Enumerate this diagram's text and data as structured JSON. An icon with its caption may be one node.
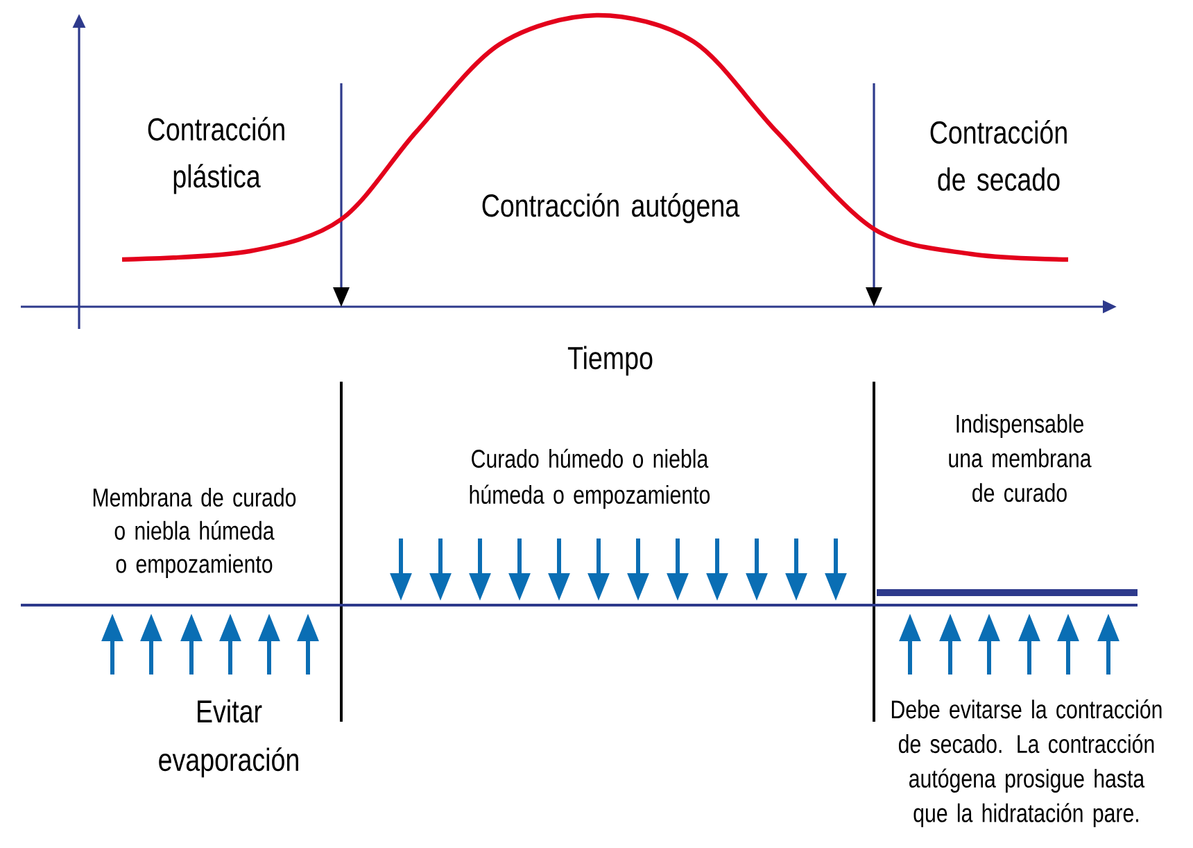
{
  "diagram": {
    "labels": [
      "Contracción plástica",
      "Contracción autógena",
      "Contracción de secado",
      "Tiempo",
      "Indispensable una membrana de curado",
      "Curado húmedo o niebla húmeda o empozamiento",
      "Membrana de curado o niebla húmeda o empozamiento",
      "Evitar evaporación",
      "Debe evitarse la contracción de secado. La contracción autógena prosigue hasta que la hidratación pare."
    ]
  }
}
